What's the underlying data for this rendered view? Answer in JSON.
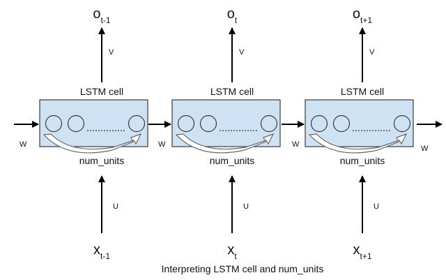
{
  "diagram": {
    "caption": "Interpreting LSTM cell and num_units",
    "colors": {
      "cell_fill": "#cfe2f3",
      "cell_border": "#3a3a3a",
      "arrow": "#000000",
      "curve_fill": "#ffffff",
      "curve_stroke": "#666666"
    },
    "cells": [
      {
        "title": "LSTM cell",
        "num_units_label": "num_units",
        "output": {
          "base": "o",
          "sub": "t-1"
        },
        "input": {
          "base": "x",
          "sub": "t-1"
        },
        "v_label": "V",
        "u_label": "U",
        "w_in_label": "W"
      },
      {
        "title": "LSTM cell",
        "num_units_label": "num_units",
        "output": {
          "base": "o",
          "sub": "t"
        },
        "input": {
          "base": "x",
          "sub": "t"
        },
        "v_label": "V",
        "u_label": "U",
        "w_in_label": "W"
      },
      {
        "title": "LSTM cell",
        "num_units_label": "num_units",
        "output": {
          "base": "o",
          "sub": "t+1"
        },
        "input": {
          "base": "x",
          "sub": "t+1"
        },
        "v_label": "V",
        "u_label": "U",
        "w_in_label": "W"
      }
    ],
    "w_out_label": "W"
  }
}
